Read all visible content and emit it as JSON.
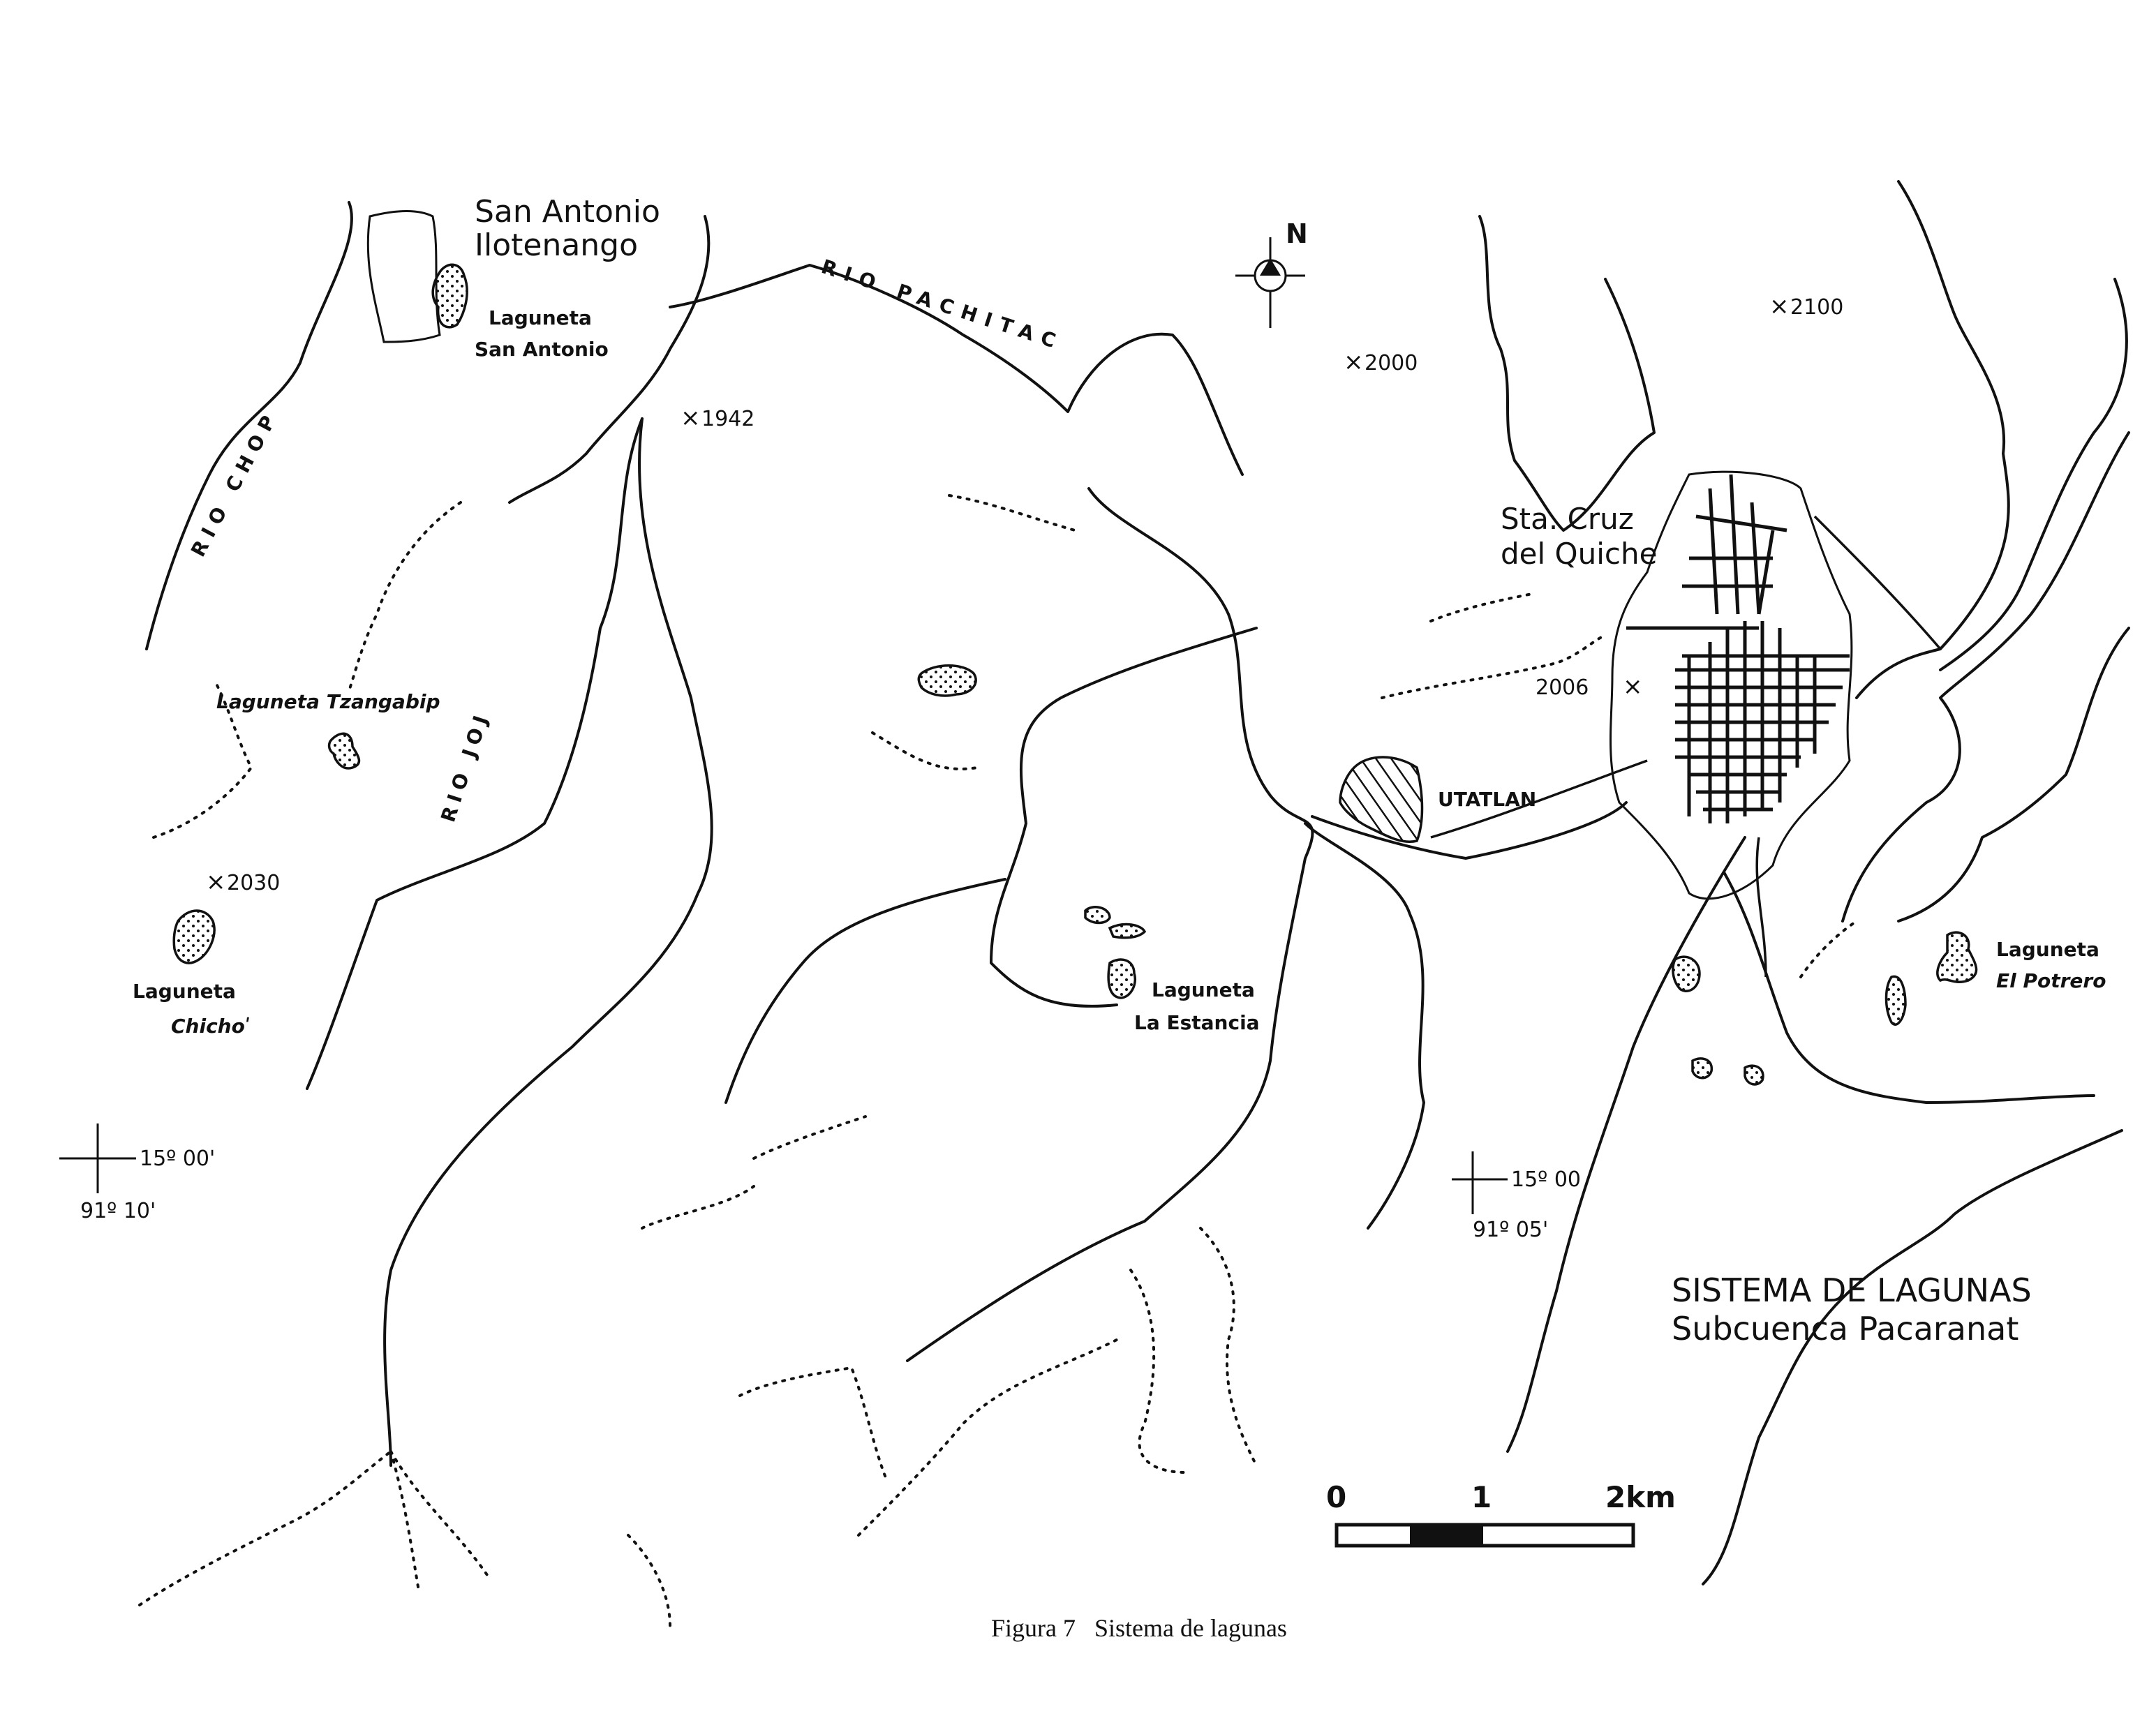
{
  "map": {
    "north_label": "N",
    "towns": {
      "san_antonio_line1": "San Antonio",
      "san_antonio_line2": "Ilotenango",
      "sta_cruz_line1": "Sta. Cruz",
      "sta_cruz_line2": "del Quiche",
      "utatlan": "UTATLAN"
    },
    "rivers": {
      "pachitac": "RIO PACHITAC",
      "chop": "RIO CHOP",
      "joj": "RIO JOJ"
    },
    "lagoons": {
      "san_antonio_line1": "Laguneta",
      "san_antonio_line2": "San Antonio",
      "tzangabip": "Laguneta Tzangabip",
      "chicho_line1": "Laguneta",
      "chicho_line2": "Chichoʹ",
      "estancia_line1": "Laguneta",
      "estancia_line2": "La Estancia",
      "potrero_line1": "Laguneta",
      "potrero_line2": "El Potrero"
    },
    "elevations": {
      "e1942": "1942",
      "e2000": "2000",
      "e2100": "2100",
      "e2030": "2030",
      "e2006": "2006"
    },
    "coordinates": {
      "west_lat": "15º 00'",
      "west_lon": "91º 10'",
      "east_lat": "15º 00",
      "east_lon": "91º 05'"
    },
    "system_title_line1": "SISTEMA DE LAGUNAS",
    "system_title_line2": "Subcuenca Pacaranat",
    "scale": {
      "label_0": "0",
      "label_1": "1",
      "label_2": "2km"
    }
  },
  "caption": "Figura 7   Sistema de lagunas"
}
